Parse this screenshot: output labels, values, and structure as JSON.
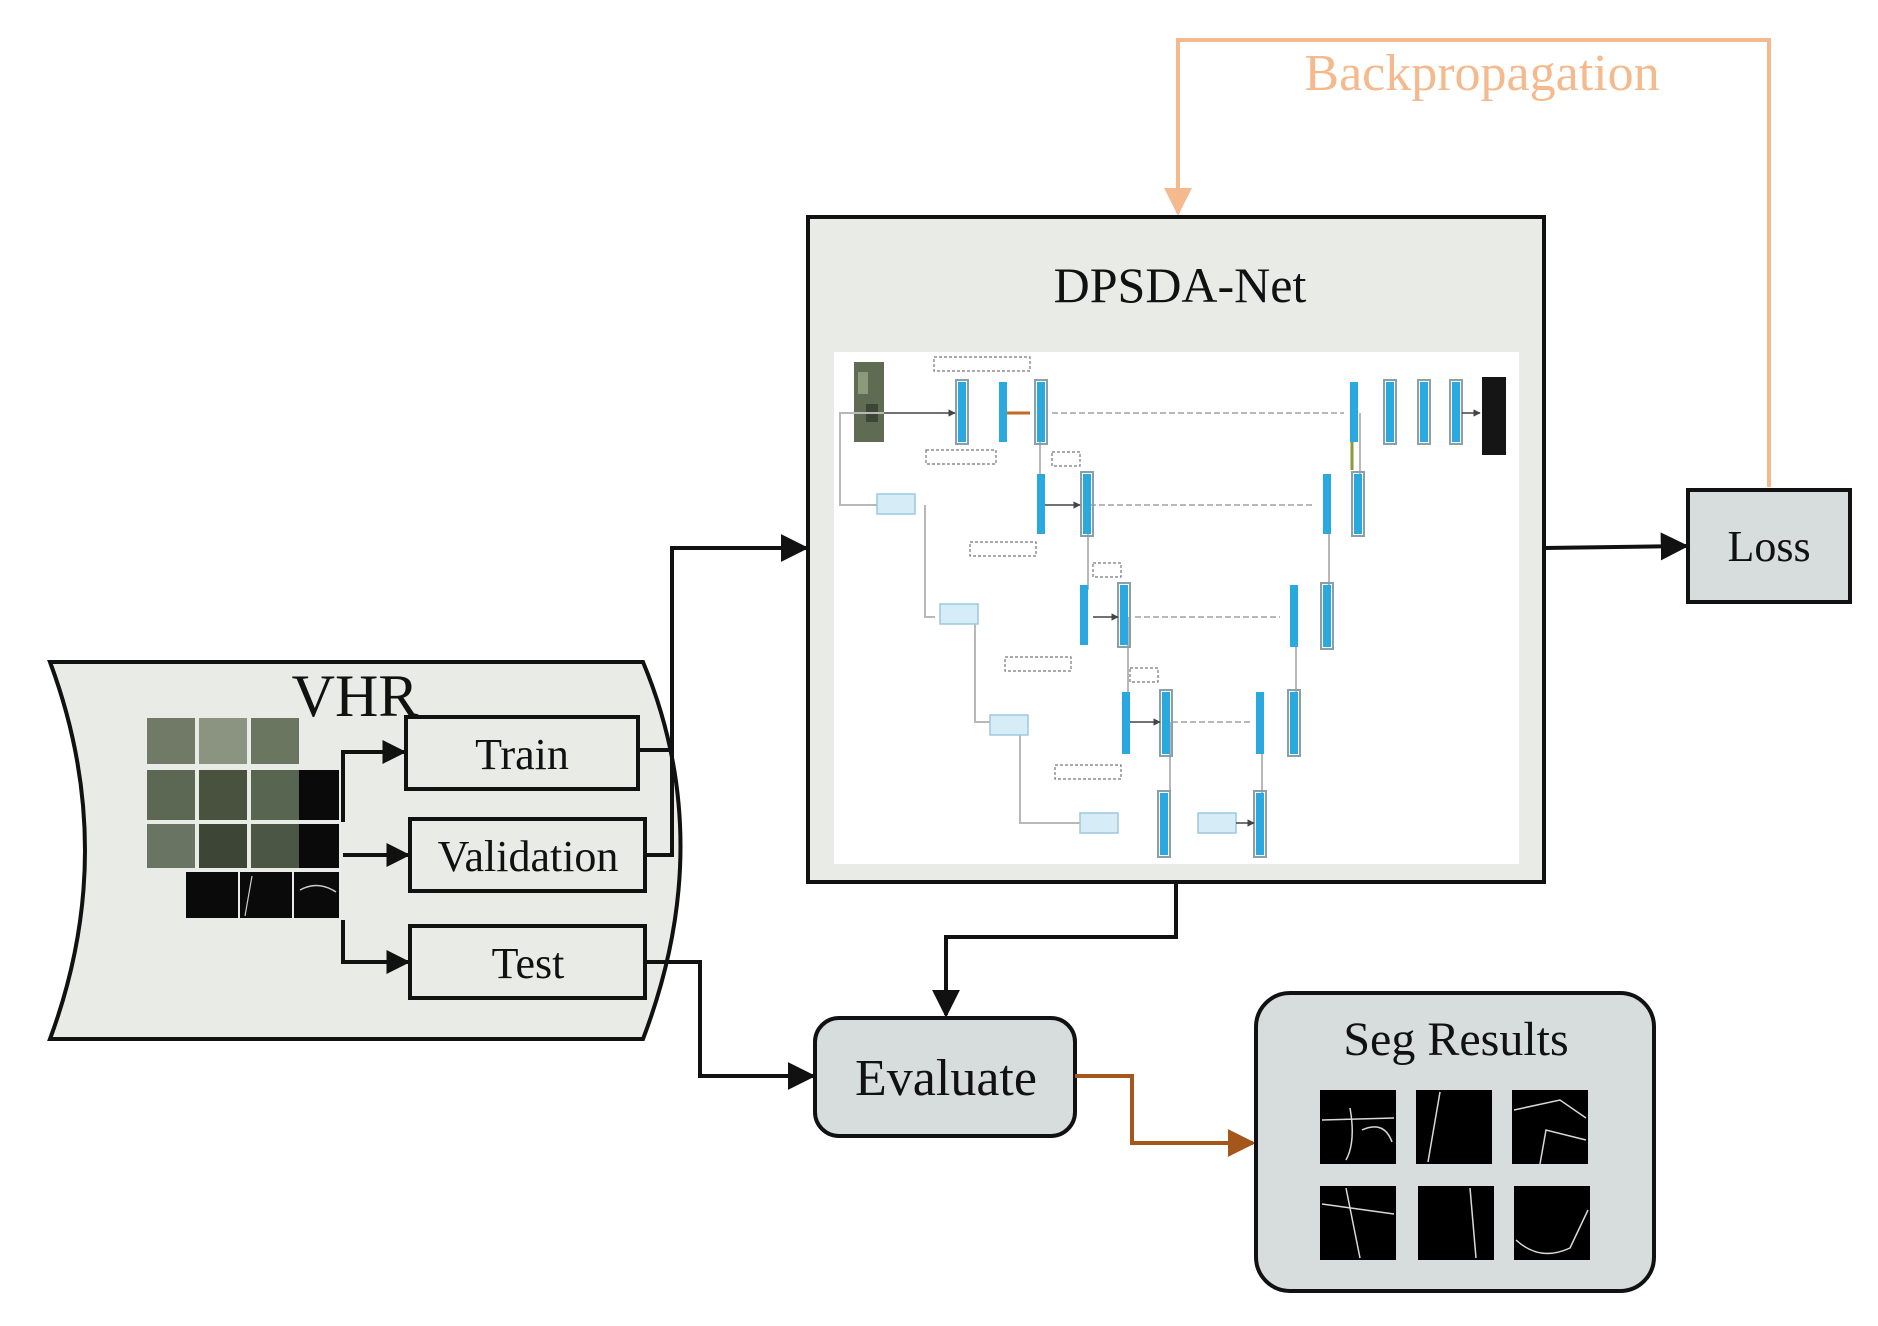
{
  "colors": {
    "box_fill": "#e9ece6",
    "box_fill_gray": "#d7dddc",
    "stroke": "#111111",
    "backprop": "#f4b98c",
    "evaluate_arrow": "#a5561b",
    "net_accent": "#2aa8e0"
  },
  "labels": {
    "backprop": "Backpropagation",
    "net": "DPSDA-Net",
    "loss": "Loss",
    "vhr": "VHR",
    "train": "Train",
    "validation": "Validation",
    "test": "Test",
    "evaluate": "Evaluate",
    "seg_results": "Seg Results"
  }
}
